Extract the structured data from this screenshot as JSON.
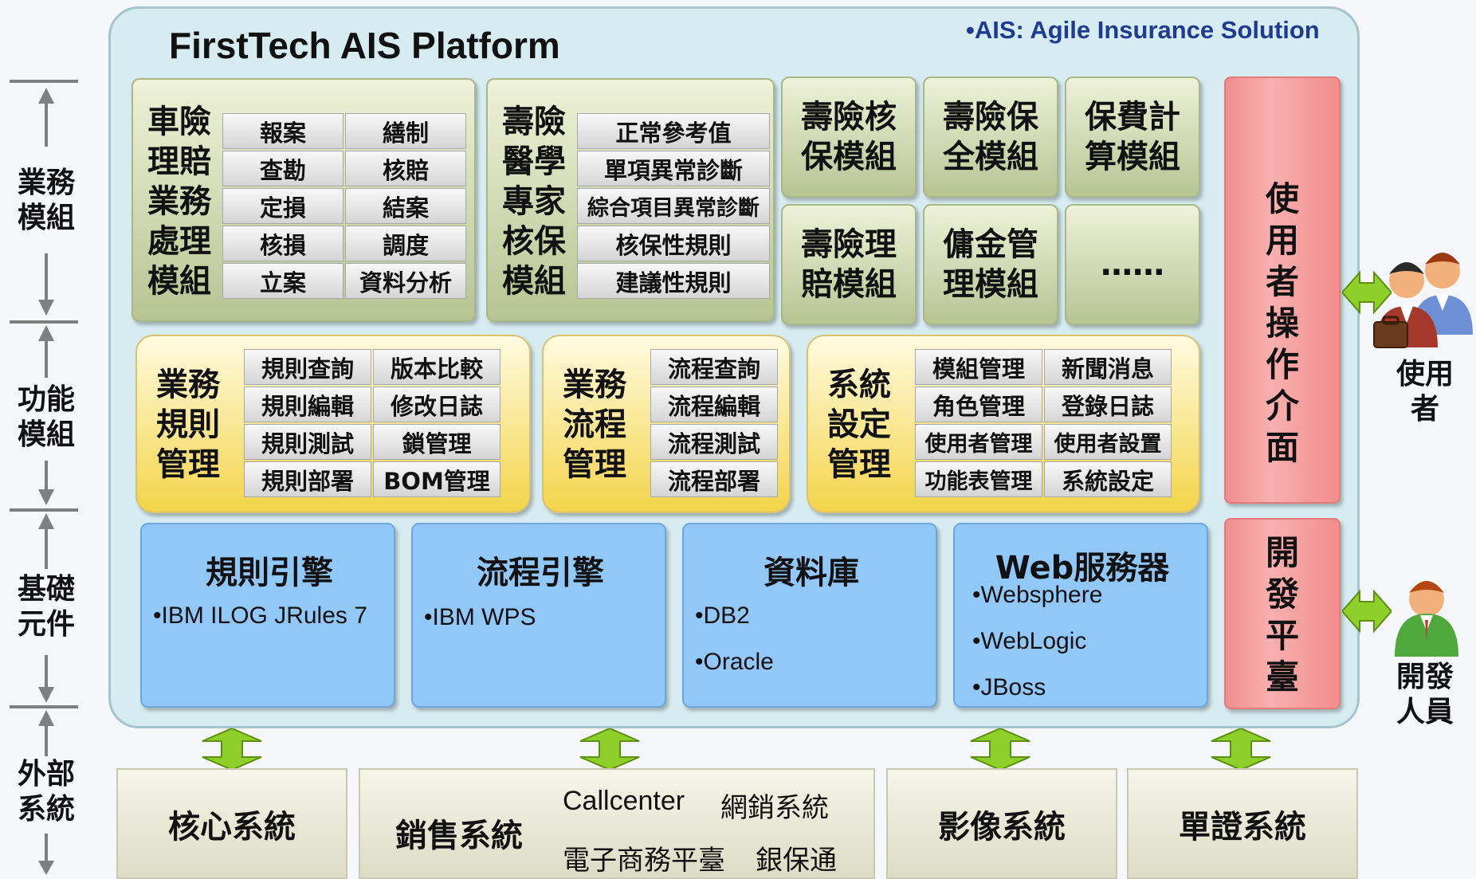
{
  "platform": {
    "title": "FirstTech AIS Platform",
    "subtitle": "•AIS: Agile Insurance Solution"
  },
  "layers": {
    "business": "業務\n模組",
    "function": "功能\n模組",
    "foundation": "基礎\n元件",
    "external": "外部\n系統"
  },
  "business_modules": {
    "auto_claims": {
      "title": "車險\n理賠\n業務\n處理\n模組",
      "cells": [
        [
          "報案",
          "繕制"
        ],
        [
          "查勘",
          "核賠"
        ],
        [
          "定損",
          "結案"
        ],
        [
          "核損",
          "調度"
        ],
        [
          "立案",
          "資料分析"
        ]
      ]
    },
    "life_medical": {
      "title": "壽險\n醫學\n專家\n核保\n模組",
      "cells": [
        "正常參考值",
        "單項異常診斷",
        "綜合項目異常診斷",
        "核保性規則",
        "建議性規則"
      ]
    },
    "tiles": [
      "壽險核\n保模組",
      "壽險保\n全模組",
      "保費計\n算模組",
      "壽險理\n賠模組",
      "傭金管\n理模組",
      "……"
    ]
  },
  "function_modules": {
    "rules": {
      "title": "業務\n規則\n管理",
      "cells": [
        [
          "規則查詢",
          "版本比較"
        ],
        [
          "規則編輯",
          "修改日誌"
        ],
        [
          "規則測試",
          "鎖管理"
        ],
        [
          "規則部署",
          "BOM管理"
        ]
      ]
    },
    "process": {
      "title": "業務\n流程\n管理",
      "cells": [
        "流程查詢",
        "流程編輯",
        "流程測試",
        "流程部署"
      ]
    },
    "system": {
      "title": "系統\n設定\n管理",
      "cells": [
        [
          "模組管理",
          "新聞消息"
        ],
        [
          "角色管理",
          "登錄日誌"
        ],
        [
          "使用者管理",
          "使用者設置"
        ],
        [
          "功能表管理",
          "系統設定"
        ]
      ]
    }
  },
  "foundation": [
    {
      "title": "規則引擎",
      "items": [
        "•IBM ILOG JRules 7"
      ]
    },
    {
      "title": "流程引擎",
      "items": [
        "•IBM WPS"
      ]
    },
    {
      "title": "資料庫",
      "items": [
        "•DB2",
        "•Oracle"
      ]
    },
    {
      "title": "Web服務器",
      "items": [
        "•Websphere",
        "•WebLogic",
        "•JBoss"
      ]
    }
  ],
  "side_bars": {
    "user_interface": "使\n用\n者\n操\n作\n介\n面",
    "dev_platform": "開\n發\n平\n臺"
  },
  "actors": {
    "users": "使用\n者",
    "developers": "開發\n人員"
  },
  "external_systems": {
    "core": "核心系統",
    "sales": "銷售系統",
    "sales_channels": [
      "Callcenter",
      "網銷系統",
      "電子商務平臺",
      "銀保通"
    ],
    "imaging": "影像系統",
    "policy": "單證系統"
  },
  "colors": {
    "platform_bg": "#d6ecf0",
    "business_module": "#c4cf9f",
    "function_module": "#f5d84f",
    "foundation": "#92c8f8",
    "interface_bar": "#f6a3a3",
    "arrow_green": "#7fbf1f"
  },
  "icons": [
    "double-arrow-icon",
    "user-icon",
    "developer-icon"
  ]
}
